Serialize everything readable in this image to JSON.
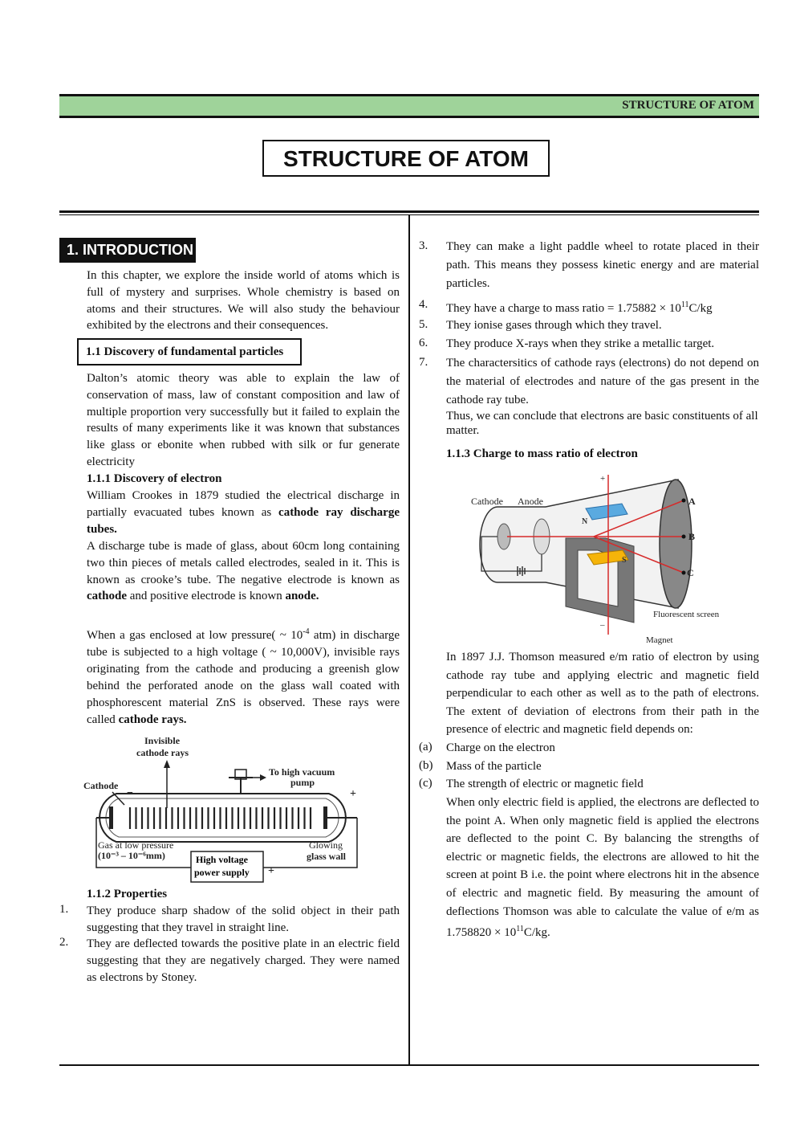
{
  "header": {
    "band_text": "STRUCTURE OF ATOM"
  },
  "title": "STRUCTURE OF ATOM",
  "intro": {
    "heading": "1. INTRODUCTION",
    "para": "In this chapter, we explore the inside world of atoms which is full of mystery and surprises. Whole chemistry is based on atoms and their structures. We will also study the behaviour exhibited by the electrons and their consequences."
  },
  "sec_1_1": {
    "heading": "1.1 Discovery of fundamental particles",
    "para": "Dalton’s atomic theory was able to explain the law of conservation of mass, law of constant composition and law of multiple proportion very successfully but it failed to explain the results of many experiments like it was known that substances like glass or ebonite when rubbed with silk or fur generate electricity"
  },
  "sec_1_1_1": {
    "heading": "1.1.1 Discovery of electron",
    "p1_a": "William Crookes in 1879 studied the electrical discharge in partially evacuated tubes known as ",
    "p1_b": "cathode ray discharge tubes.",
    "p2_a": "A discharge tube is made of glass, about 60cm long containing two thin pieces of metals called electrodes, sealed in it. This is known as crooke’s tube. The negative electrode is known as ",
    "p2_b": "cathode",
    "p2_c": " and positive electrode is known ",
    "p2_d": "anode.",
    "p3_a": "When a gas enclosed at low pressure( ~ 10",
    "p3_sup": "-4",
    "p3_b": " atm) in discharge tube is subjected to a high voltage ( ~ 10,000V), invisible rays originating from the cathode and producing a greenish glow behind the perforated anode on the glass wall coated with phosphorescent material ZnS is observed. These rays were called ",
    "p3_c": "cathode rays."
  },
  "fig1": {
    "invisible": "Invisible",
    "cathode_rays": "cathode rays",
    "vacuum1": "To high vacuum",
    "vacuum2": "pump",
    "cathode": "Cathode",
    "gas1": "Gas at low pressure",
    "gas2": "(10⁻³ – 10⁻⁶mm)",
    "hv1": "High voltage",
    "hv2": "power supply",
    "glow1": "Glowing",
    "glow2": "glass wall",
    "plus": "+",
    "minus": "−"
  },
  "sec_1_1_2": {
    "heading": "1.1.2 Properties",
    "items": [
      {
        "num": "1.",
        "text": "They produce sharp shadow of the solid object in their path suggesting that they travel in straight line."
      },
      {
        "num": "2.",
        "text": "They are deflected towards the positive plate in an electric field suggesting that they are negatively charged. They were named as electrons by Stoney."
      },
      {
        "num": "3.",
        "text": "They can make a light paddle wheel to rotate placed in their path. This means they possess kinetic energy and are material particles."
      },
      {
        "num": "4.",
        "text_a": "They have a charge to mass ratio = 1.75882 × 10",
        "text_sup": "11",
        "text_b": "C/kg"
      },
      {
        "num": "5.",
        "text": "They ionise gases through which they travel."
      },
      {
        "num": "6.",
        "text": "They produce X-rays when they strike a metallic target."
      },
      {
        "num": "7.",
        "text": "The charactersitics of cathode rays (electrons) do not depend on the material of electrodes and nature of the gas present in the cathode ray tube."
      }
    ],
    "conclusion": "Thus, we can conclude that electrons are basic constituents of all matter."
  },
  "sec_1_1_3": {
    "heading": "1.1.3 Charge to mass ratio of electron",
    "para1": "In 1897 J.J. Thomson measured e/m ratio of electron by using cathode ray tube and applying electric and magnetic field perpendicular to each other as well as to the path of electrons. The extent of deviation of electrons from their path in the presence of electric and magnetic field depends on:",
    "factors": [
      {
        "num": "(a)",
        "text": "Charge on the electron"
      },
      {
        "num": "(b)",
        "text": "Mass of the particle"
      },
      {
        "num": "(c)",
        "text": "The strength of electric or magnetic field"
      }
    ],
    "para2_a": "When only electric field is applied, the electrons are deflected to the point A. When only magnetic field is applied the electrons are deflected to the point C. By balancing the strengths of electric or magnetic fields, the electrons are allowed to hit the screen at point B i.e. the point where electrons hit in the absence of electric and magnetic field. By measuring the amount of deflections Thomson was able to calculate the value of e/m as 1.758820 × 10",
    "para2_sup": "11",
    "para2_b": "C/kg."
  },
  "fig2": {
    "cathode": "Cathode",
    "anode": "Anode",
    "a": "A",
    "b": "B",
    "c": "C",
    "n": "N",
    "s": "S",
    "plus": "+",
    "minus": "–",
    "screen": "Fluorescent screen",
    "magnet": "Magnet"
  }
}
